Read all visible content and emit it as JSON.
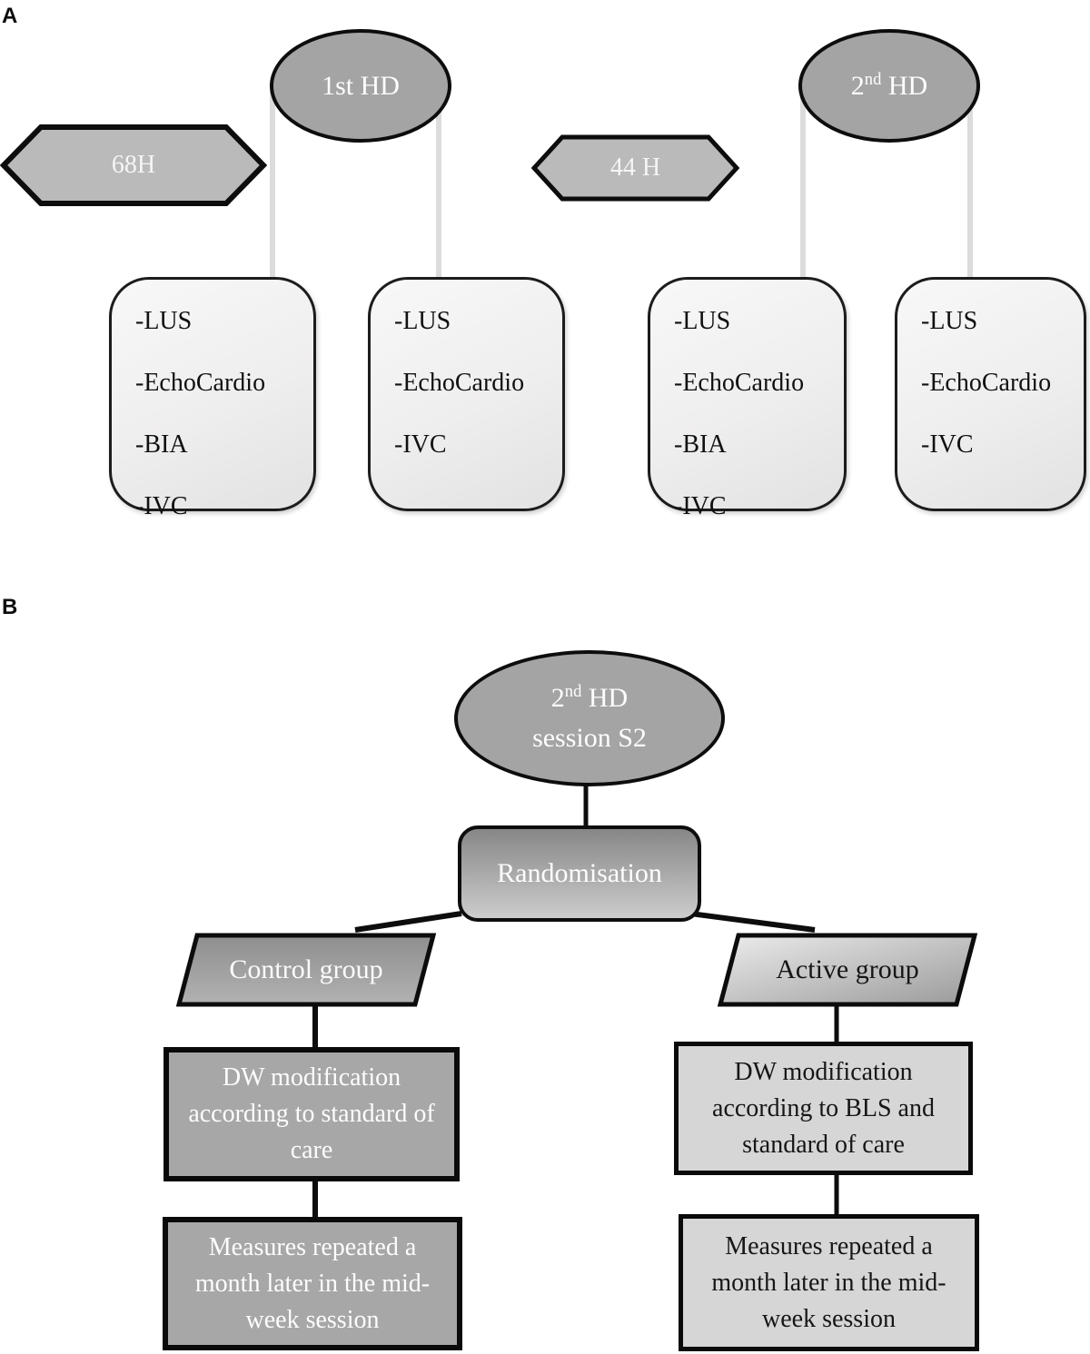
{
  "panel_a": {
    "label": "A",
    "ellipse1_label": "1st HD",
    "ellipse2_base": "2",
    "ellipse2_sup": "nd",
    "ellipse2_rest": " HD",
    "hexagon1_label": "68H",
    "hexagon2_label": "44 H",
    "measure_boxes": [
      {
        "items": [
          "-LUS",
          "-EchoCardio",
          "-BIA",
          "-IVC"
        ]
      },
      {
        "items": [
          "-LUS",
          "-EchoCardio",
          "-IVC"
        ]
      },
      {
        "items": [
          "-LUS",
          "-EchoCardio",
          "-BIA",
          "-IVC"
        ]
      },
      {
        "items": [
          "-LUS",
          "-EchoCardio",
          "-IVC"
        ]
      }
    ]
  },
  "panel_b": {
    "label": "B",
    "ellipse_line1_base": "2",
    "ellipse_line1_sup": "nd",
    "ellipse_line1_rest": " HD",
    "ellipse_line2": "session S2",
    "randomisation_label": "Randomisation",
    "control": {
      "group_label": "Control group",
      "dw_text": "DW modification according to standard of care",
      "measures_text": "Measures repeated a month later in the mid-week session"
    },
    "active": {
      "group_label": "Active group",
      "dw_text": "DW modification according to BLS and standard of care",
      "measures_text": "Measures repeated a month later in the mid-week session"
    }
  },
  "colors": {
    "ellipse_fill": "#a4a4a4",
    "hexagon_fill": "#bababa",
    "measure_box_fill": "#f0efef",
    "randomisation_gradient_top": "#878787",
    "randomisation_gradient_bottom": "#cccccc",
    "control_parallelogram_fill": "#9b9b9b",
    "active_parallelogram_fill": "#d2d2d2",
    "control_branch_box_fill": "#a7a7a7",
    "active_branch_box_fill": "#d6d6d6",
    "timeline_connector": "#dcdcdc",
    "outline": "#111111"
  }
}
